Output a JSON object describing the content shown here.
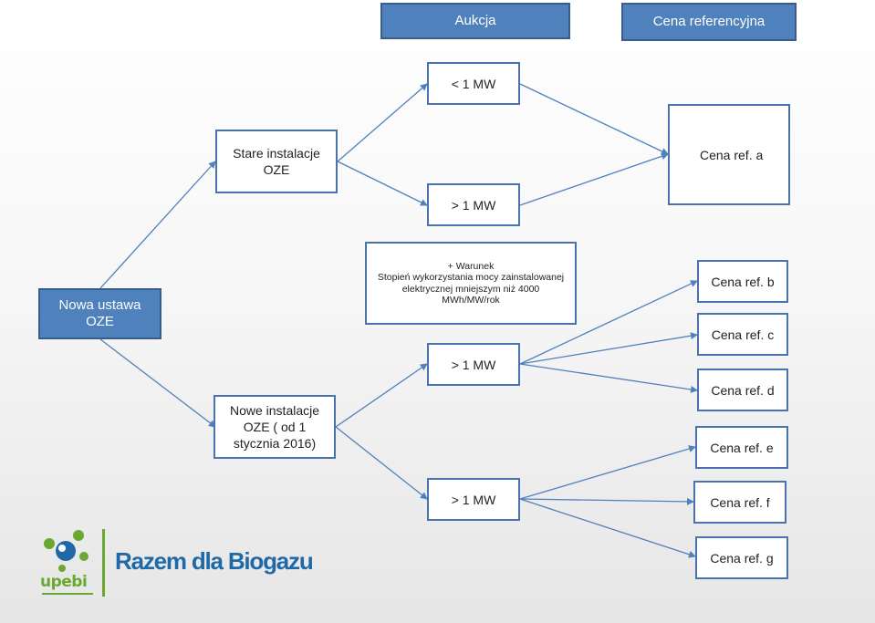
{
  "header": {
    "aukcja": "Aukcja",
    "cena_ref": "Cena referencyjna"
  },
  "nodes": {
    "nowa_ustawa": "Nowa ustawa OZE",
    "stare": "Stare instalacje OZE",
    "nowe": "Nowe instalacje OZE ( od 1 stycznia 2016)",
    "lt1mw": "< 1 MW",
    "gt1mw_a": "> 1 MW",
    "gt1mw_b": "> 1 MW",
    "gt1mw_c": "> 1 MW",
    "warunek_line1": "+ Warunek",
    "warunek_line2": "Stopień wykorzystania mocy zainstalowanej elektrycznej mniejszym niż 4000 MWh/MW/rok",
    "cena_a": "Cena ref. a",
    "cena_b": "Cena ref. b",
    "cena_c": "Cena ref. c",
    "cena_d": "Cena ref. d",
    "cena_e": "Cena ref. e",
    "cena_f": "Cena ref. f",
    "cena_g": "Cena ref. g"
  },
  "logo": {
    "upebi": "upebi",
    "brand": "Razem dla Biogazu"
  },
  "colors": {
    "blue_fill": "#4f81bd",
    "border": "#4a72ad",
    "arrow": "#4f81bd",
    "logo_green": "#6aa832",
    "logo_blue": "#1f6aa6"
  }
}
